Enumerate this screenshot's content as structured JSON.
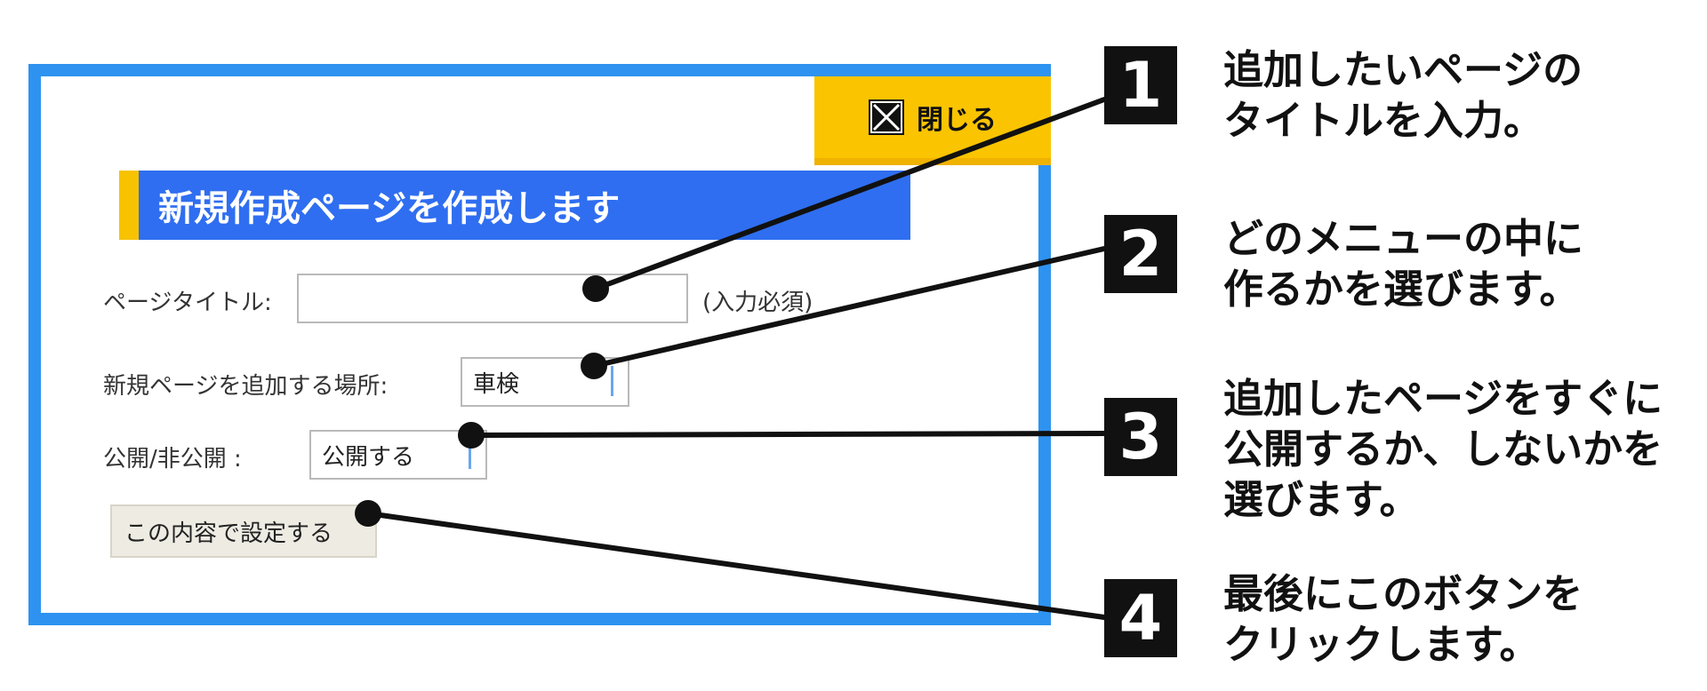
{
  "dialog": {
    "close_label": "閉じる",
    "heading": "新規作成ページを作成します",
    "page_title_label": "ページタイトル:",
    "page_title_value": "",
    "required_note": "(入力必須)",
    "location_label": "新規ページを追加する場所:",
    "location_value": "車検",
    "publish_label": "公開/非公開 :",
    "publish_value": "公開する",
    "submit_label": "この内容で設定する"
  },
  "annotations": [
    {
      "number": "1",
      "text": "追加したいページの\nタイトルを入力。"
    },
    {
      "number": "2",
      "text": "どのメニューの中に\n作るかを選びます。"
    },
    {
      "number": "3",
      "text": "追加したページをすぐに\n公開するか、しないかを\n選びます。"
    },
    {
      "number": "4",
      "text": "最後にこのボタンを\nクリックします。"
    }
  ],
  "colors": {
    "panel_border": "#2e93f0",
    "heading_bg": "#2f6ef0",
    "accent_yellow": "#fac400"
  }
}
